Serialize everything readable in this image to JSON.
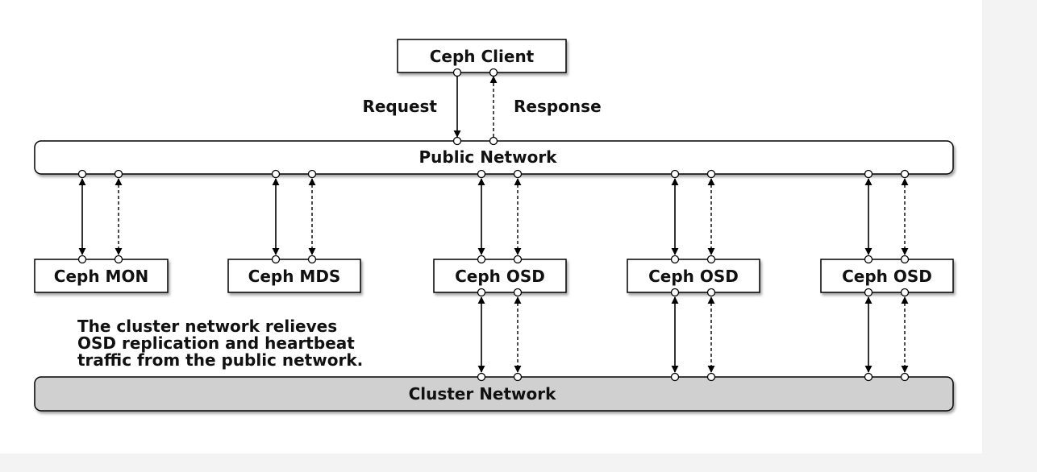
{
  "nodes": {
    "client": "Ceph Client",
    "public_network": "Public Network",
    "cluster_network": "Cluster Network",
    "mon": "Ceph MON",
    "mds": "Ceph MDS",
    "osd1": "Ceph OSD",
    "osd2": "Ceph OSD",
    "osd3": "Ceph OSD"
  },
  "edges": {
    "request": "Request",
    "response": "Response"
  },
  "note": {
    "line1": "The cluster network relieves",
    "line2": "OSD replication and heartbeat",
    "line3": "traffic from the public network."
  },
  "colors": {
    "cluster_fill": "#d0d0d0",
    "node_fill": "#ffffff",
    "stroke": "#000000"
  }
}
